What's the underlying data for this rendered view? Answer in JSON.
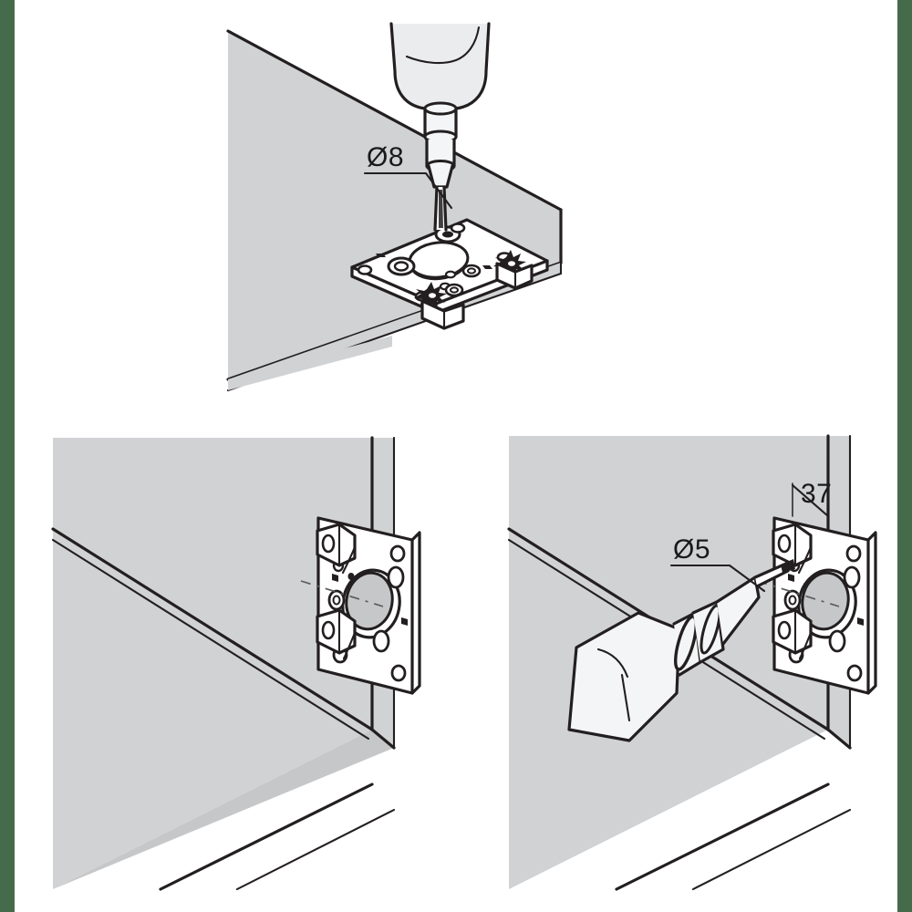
{
  "document": {
    "kind": "technical-assembly-instruction-diagram",
    "background_color": "#ffffff",
    "letterbox_color": "#466b4a",
    "panel_fill": "#d1d2d4",
    "line_color": "#231f20",
    "part_fill": "#ffffff",
    "tool_fill": "#ebecee"
  },
  "panels": [
    {
      "id": "step-1",
      "name": "drill-top-hole-in-cabinet-top-panel",
      "position": "top",
      "labels": [
        {
          "id": "d8",
          "text": "Ø8",
          "name": "diameter-8-callout"
        }
      ],
      "tool": "hand-drill-vertical",
      "part": "mounting-plate-horizontal"
    },
    {
      "id": "step-2",
      "name": "mounting-plate-on-side-panel",
      "position": "bottom-left",
      "labels": [],
      "tool": "none",
      "part": "mounting-plate-vertical"
    },
    {
      "id": "step-3",
      "name": "drill-side-hole-at-37mm",
      "position": "bottom-right",
      "labels": [
        {
          "id": "d5",
          "text": "Ø5",
          "name": "diameter-5-callout"
        },
        {
          "id": "dim37",
          "text": "37",
          "name": "dimension-37-callout"
        }
      ],
      "tool": "hand-drill-angled",
      "part": "mounting-plate-vertical"
    }
  ],
  "callouts": {
    "diameter_8": "Ø8",
    "diameter_5": "Ø5",
    "distance_37": "37"
  }
}
